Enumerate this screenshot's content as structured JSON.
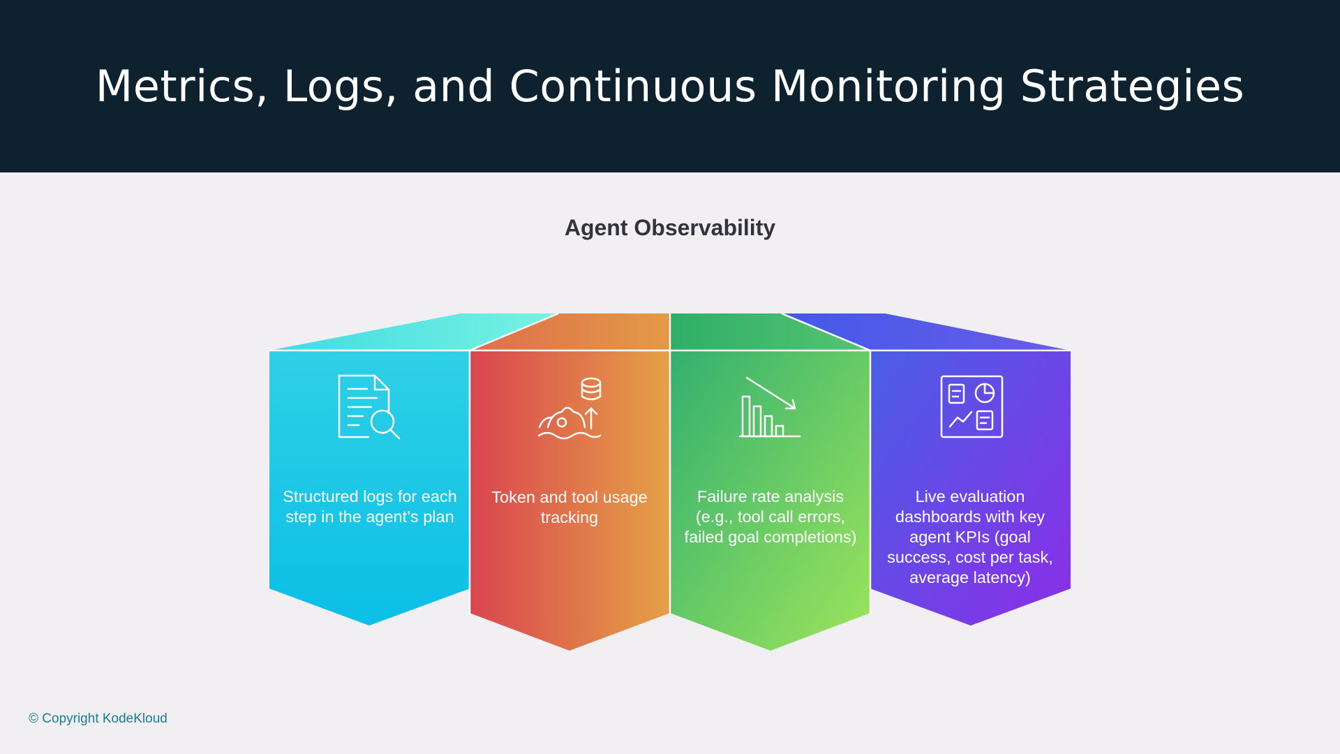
{
  "header": {
    "title": "Metrics, Logs, and Continuous Monitoring Strategies"
  },
  "diagram": {
    "subtitle": "Agent Observability",
    "cards": [
      {
        "text": "Structured logs for each step in the agent’s plan",
        "icon": "document-search-icon",
        "color_top": "#6ff0e2",
        "color_a": "#2fc7e8",
        "color_b": "#0bc0e4"
      },
      {
        "text": "Token and tool usage tracking",
        "icon": "gears-database-icon",
        "color_top": "#e1a04a",
        "color_a": "#d9474f",
        "color_b": "#e6a447"
      },
      {
        "text": "Failure rate analysis (e.g., tool call errors, failed goal completions)",
        "icon": "declining-bar-chart-icon",
        "color_top": "#3fbf6e",
        "color_a": "#31b06f",
        "color_b": "#9be65a"
      },
      {
        "text": "Live evaluation dashboards with key agent KPIs (goal success, cost per task, average latency)",
        "icon": "dashboard-icon",
        "color_top": "#5b62ea",
        "color_a": "#4b5be6",
        "color_b": "#8a2ee6"
      }
    ]
  },
  "footer": {
    "copyright": "© Copyright KodeKloud"
  }
}
